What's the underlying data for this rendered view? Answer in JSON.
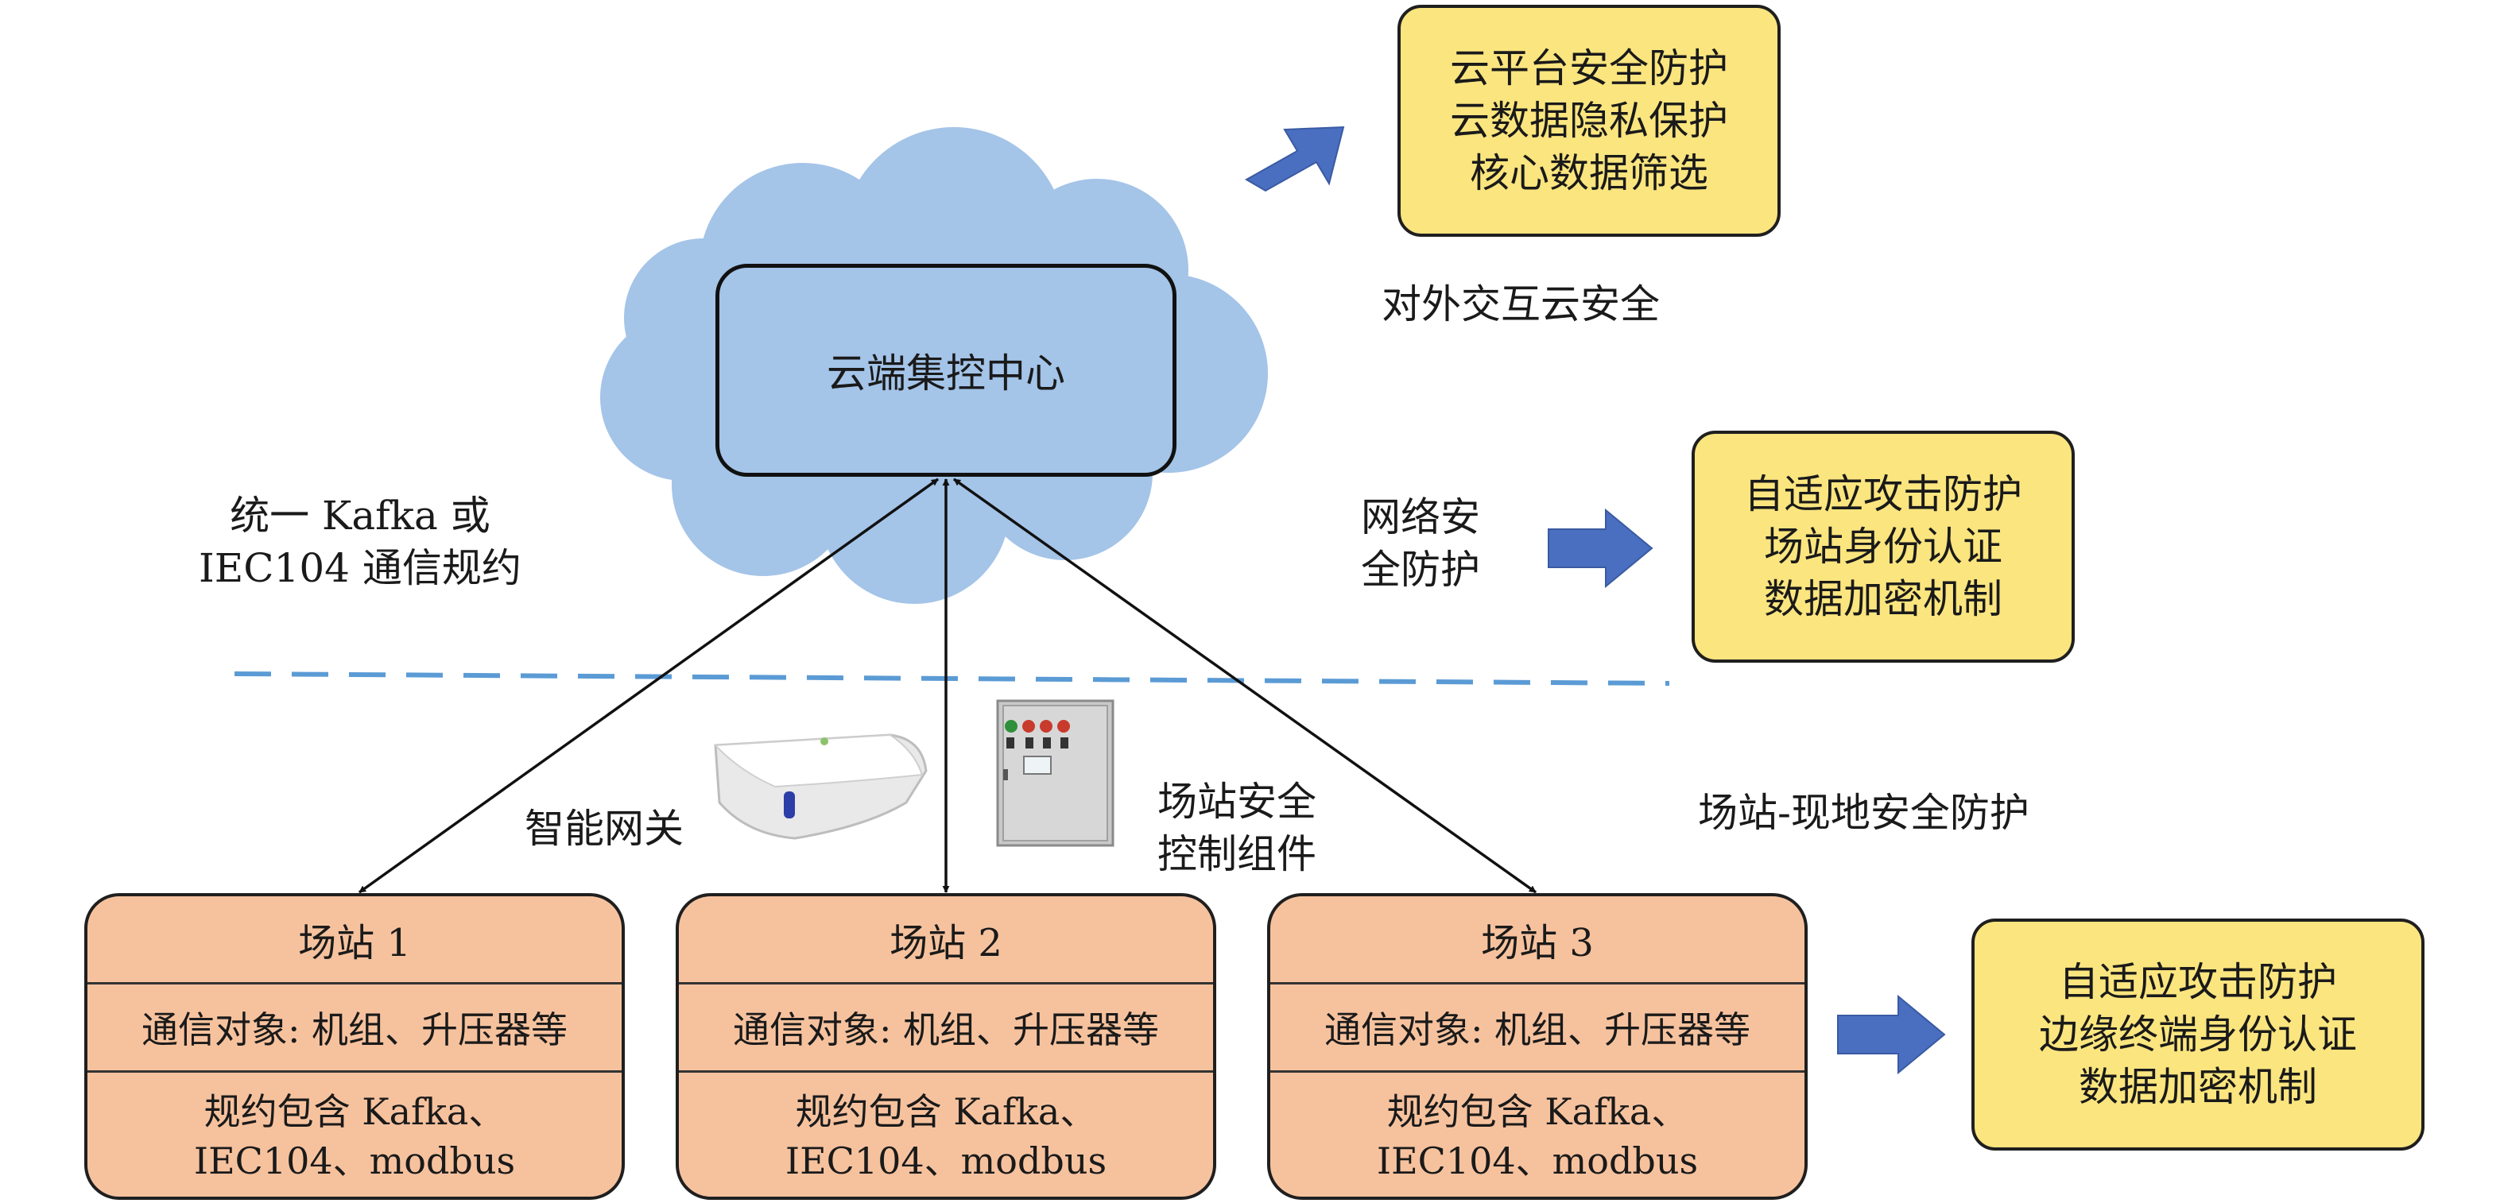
{
  "cloud_center": {
    "label": "云端集控中心"
  },
  "cloud_security": {
    "items": [
      "云平台安全防护",
      "云数据隐私保护",
      "核心数据筛选"
    ],
    "caption": "对外交互云安全"
  },
  "network_security": {
    "caption_lines": [
      "网络安",
      "全防护"
    ],
    "items": [
      "自适应攻击防护",
      "场站身份认证",
      "数据加密机制"
    ]
  },
  "protocol_note": {
    "lines": [
      "统一 Kafka 或",
      "IEC104 通信规约"
    ]
  },
  "gateway": {
    "label": "智能网关",
    "icon": "smart-gateway-device"
  },
  "control_component": {
    "label_lines": [
      "场站安全",
      "控制组件"
    ],
    "icon": "electrical-control-cabinet"
  },
  "site_security": {
    "caption": "场站-现地安全防护",
    "items": [
      "自适应攻击防护",
      "边缘终端身份认证",
      "数据加密机制"
    ]
  },
  "stations": [
    {
      "title": "场站 1",
      "objects": "通信对象: 机组、升压器等",
      "protocol_lines": [
        "规约包含 Kafka、",
        "IEC104、modbus"
      ]
    },
    {
      "title": "场站 2",
      "objects": "通信对象: 机组、升压器等",
      "protocol_lines": [
        "规约包含 Kafka、",
        "IEC104、modbus"
      ]
    },
    {
      "title": "场站 3",
      "objects": "通信对象: 机组、升压器等",
      "protocol_lines": [
        "规约包含 Kafka、",
        "IEC104、modbus"
      ]
    }
  ],
  "colors": {
    "cloud": "#a4c4e8",
    "yellow_box": "#fbe57f",
    "station_box": "#f6c29e",
    "block_arrow": "#4a6fc0",
    "dashed_divider": "#5b9bd5"
  }
}
